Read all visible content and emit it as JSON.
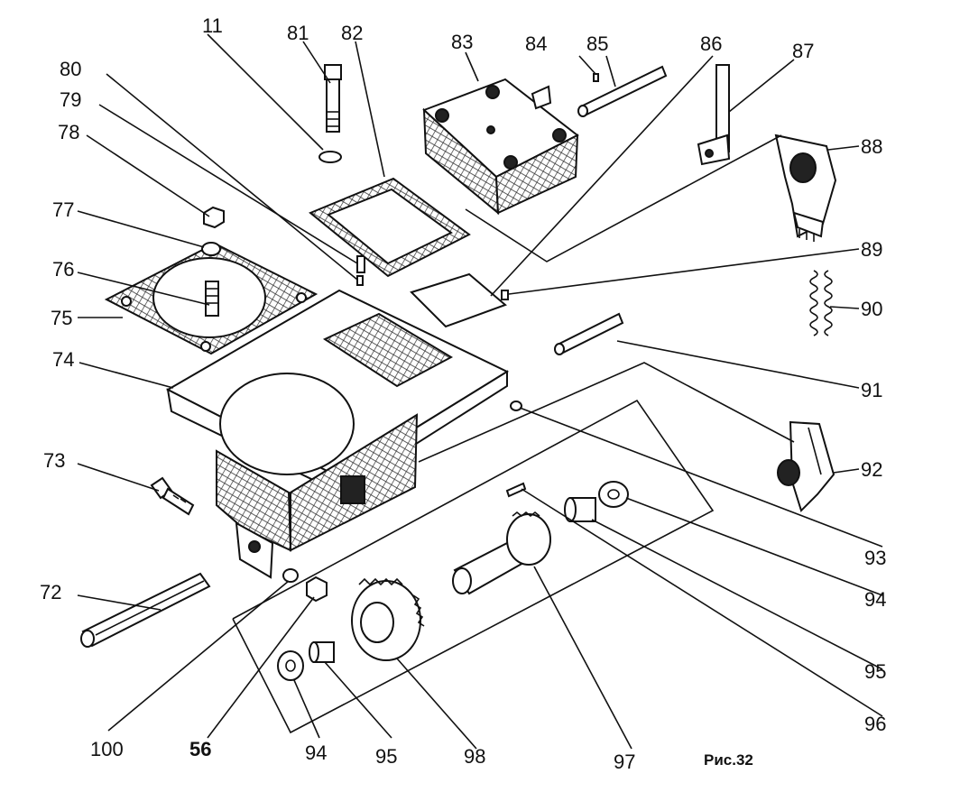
{
  "caption": "Рис.32",
  "labels": {
    "l72": "72",
    "l73": "73",
    "l74": "74",
    "l75": "75",
    "l76": "76",
    "l77": "77",
    "l78": "78",
    "l79": "79",
    "l80": "80",
    "l81": "81",
    "l82": "82",
    "l83": "83",
    "l84": "84",
    "l85": "85",
    "l86": "86",
    "l87": "87",
    "l88": "88",
    "l89": "89",
    "l90": "90",
    "l91": "91",
    "l92": "92",
    "l93": "93",
    "l94a": "94",
    "l94b": "94",
    "l95a": "95",
    "l95b": "95",
    "l96": "96",
    "l97": "97",
    "l98": "98",
    "l100": "100",
    "l56": "56",
    "l11": "11"
  }
}
